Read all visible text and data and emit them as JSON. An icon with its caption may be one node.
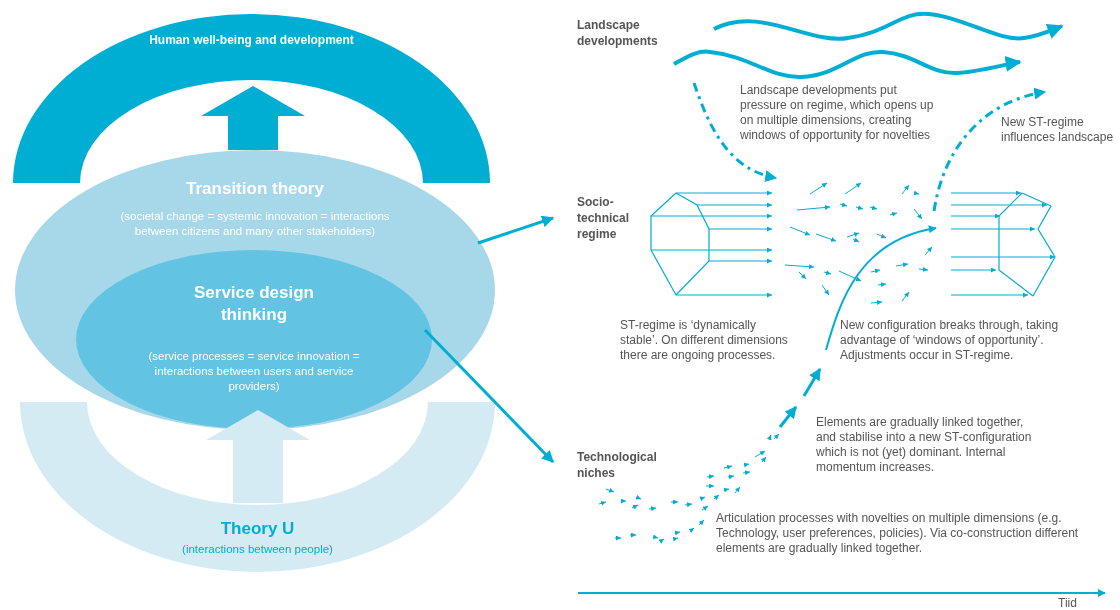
{
  "diagram": {
    "nodes": [
      {
        "text": [
          "Human well-being and development"
        ]
      },
      {
        "text": [
          "Transition theory",
          "(societal change = systemic innovation = interactions between citizens and many other stakeholders)"
        ]
      },
      {
        "text": [
          "Service design thinking",
          "(service processes = service innovation = interactions between users and service providers)"
        ],
        "in": 1
      },
      {
        "text": [
          "Theory U",
          "(interactions between people)"
        ]
      },
      {
        "text": [
          "Landscape developments"
        ]
      },
      {
        "text": [
          "Socio-technical regime"
        ]
      },
      {
        "text": [
          "Technological niches"
        ]
      }
    ],
    "edges": [
      {
        "from": 1,
        "to": 0,
        "arrow": "to",
        "style": "thick"
      },
      {
        "from": 3,
        "to": 2,
        "arrow": "to",
        "style": "thick",
        "color": "#d5ebf3"
      },
      {
        "from": 1,
        "to": 5,
        "arrow": "to"
      },
      {
        "from": 2,
        "to": 6,
        "arrow": "to"
      }
    ],
    "labels": [
      "Landscape developments put pressure on regime, which opens up on multiple dimensions, creating windows of opportunity for novelties",
      "New ST-regime influences landscape",
      "ST-regime is ‘dynamically stable’. On different dimensions there are ongoing processes.",
      "New configuration breaks through, taking advantage of ‘windows of opportunity’. Adjustments occur in ST-regime.",
      "Elements are gradually linked together, and stabilise into a new ST-configuration which is not (yet) dominant. Internal momentum increases.",
      "Articulation processes with novelties on multiple dimensions (e.g. Technology, user preferences, policies). Via co-construction different elements are gradually linked together.",
      "Tiid"
    ]
  }
}
